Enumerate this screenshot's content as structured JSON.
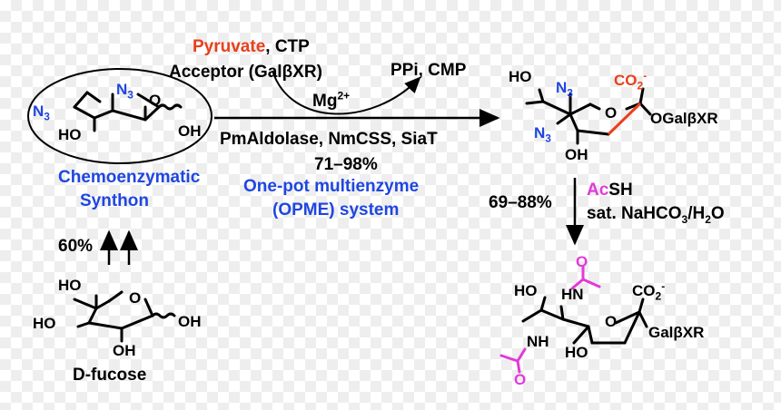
{
  "colors": {
    "blue": "#1f46e0",
    "red": "#e8401c",
    "magenta": "#e23ad8",
    "black": "#000000"
  },
  "reagents": {
    "pyruvate": "Pyruvate",
    "ctp_tail": ", CTP",
    "acceptor": "Acceptor (GalβXR)",
    "ppi_cmp": "PPi, CMP",
    "mg": "Mg",
    "mg_charge": "2+",
    "enzymes": "PmAldolase, NmCSS, SiaT",
    "yield": "71–98%",
    "opme_line1": "One-pot multienzyme",
    "opme_line2": "(OPME) system"
  },
  "synthon": {
    "line1": "Chemoenzymatic",
    "line2": "Synthon"
  },
  "left_step": {
    "yield": "60%"
  },
  "dfucose": {
    "name": "D-fucose"
  },
  "right_step": {
    "yield": "69–88%",
    "reagent_colored": "Ac",
    "reagent_tail": "SH",
    "conditions_a": "sat. NaHCO",
    "conditions_sub3": "3",
    "conditions_b": "/H",
    "conditions_sub2": "2",
    "conditions_c": "O"
  },
  "atoms": {
    "HO": "HO",
    "OH": "OH",
    "O": "O",
    "N": "N",
    "N3_sub": "3",
    "CO2": "CO",
    "CO2_sub": "2",
    "CO2_charge": "-",
    "OGal": "OGalβXR",
    "Gal": "GalβXR",
    "HN": "HN",
    "NH": "NH"
  }
}
